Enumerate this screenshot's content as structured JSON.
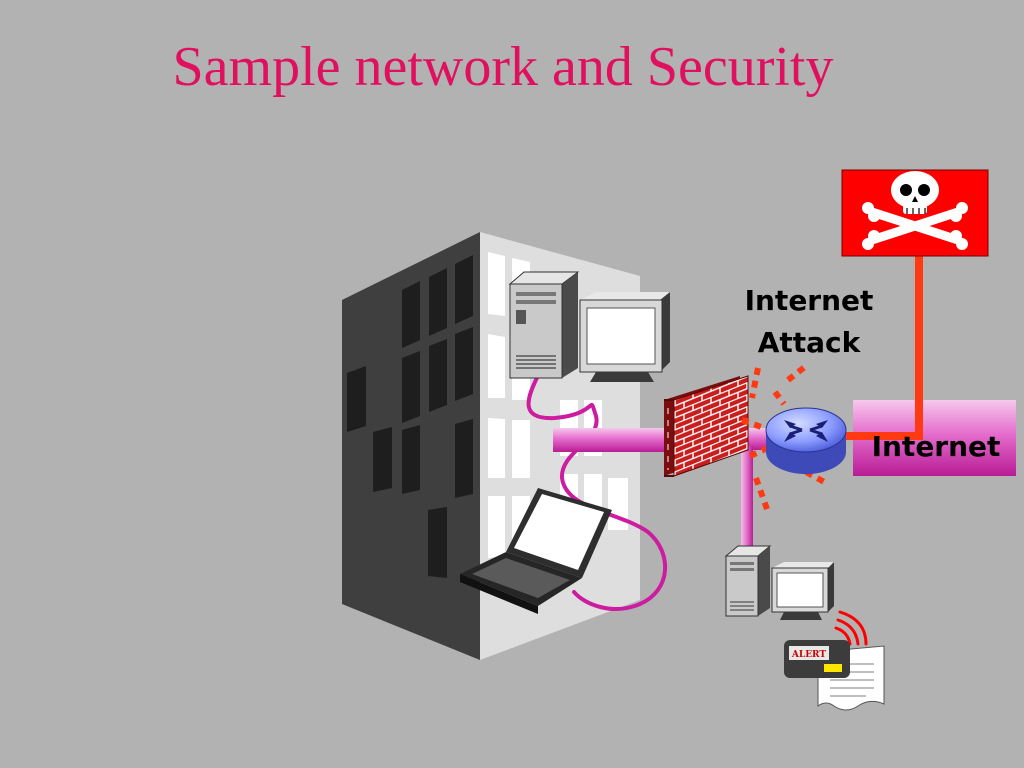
{
  "slide": {
    "title": "Sample network and Security",
    "background": "#b2b2b2",
    "title_color": "#e0105e"
  },
  "labels": {
    "attack_line1": "Internet",
    "attack_line2": "Attack",
    "internet": "Internet",
    "alert": "ALERT"
  },
  "icons": {
    "building": "office-building-icon",
    "server": "server-tower-icon",
    "monitor": "monitor-icon",
    "laptop": "laptop-icon",
    "firewall": "firewall-brick-wall-icon",
    "router": "router-icon",
    "hacker": "skull-crossbones-flag-icon",
    "pager": "alert-pager-icon",
    "printout": "paper-printout-icon"
  },
  "colors": {
    "cable": "#cc1ca0",
    "pipe": "#e070c8",
    "attack": "#ff3a12",
    "flag": "#ff0000",
    "router": "#8a9cff"
  }
}
